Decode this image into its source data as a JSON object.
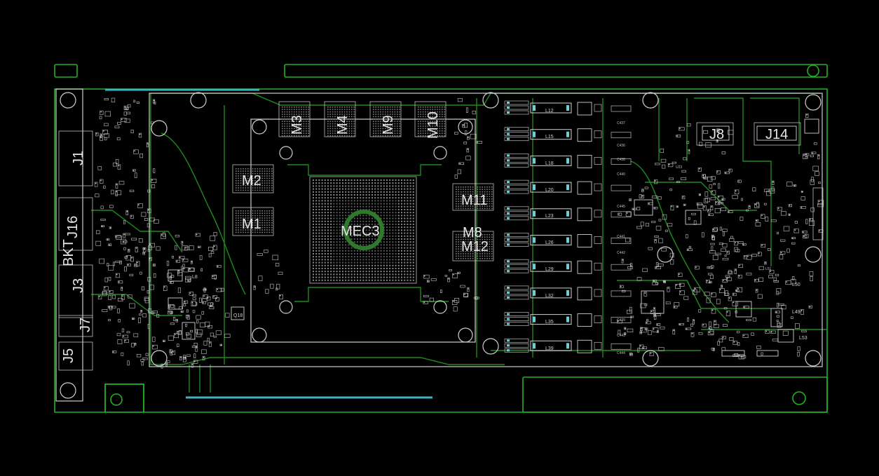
{
  "board": {
    "colors": {
      "background": "#000000",
      "outline": "#25b025",
      "trace": "#1f8a1f",
      "silkscreen": "#d0d0d0",
      "gold_finger": "#3fb4c0"
    },
    "gpu_label": "MEC3",
    "memory_labels": [
      "M1",
      "M2",
      "M3",
      "M4",
      "M9",
      "M10",
      "M11",
      "M12",
      "M8"
    ],
    "connector_labels": [
      "J1",
      "J16",
      "BKT",
      "J3",
      "J7",
      "J5",
      "J8",
      "J14"
    ],
    "inductor_labels": [
      "L12",
      "L15",
      "L18",
      "L20",
      "L23",
      "L26",
      "L29",
      "L32",
      "L35",
      "L39"
    ],
    "misc_labels": {
      "q18": "Q18",
      "l8": "L8",
      "l3": "L3",
      "l50": "L50",
      "l49": "L49",
      "l53": "L53",
      "u23": "U23",
      "l51": "L51"
    },
    "cap_labels": [
      "C437",
      "C436",
      "C438",
      "C440",
      "C441",
      "C442",
      "C439",
      "C443",
      "C444",
      "C445"
    ]
  }
}
